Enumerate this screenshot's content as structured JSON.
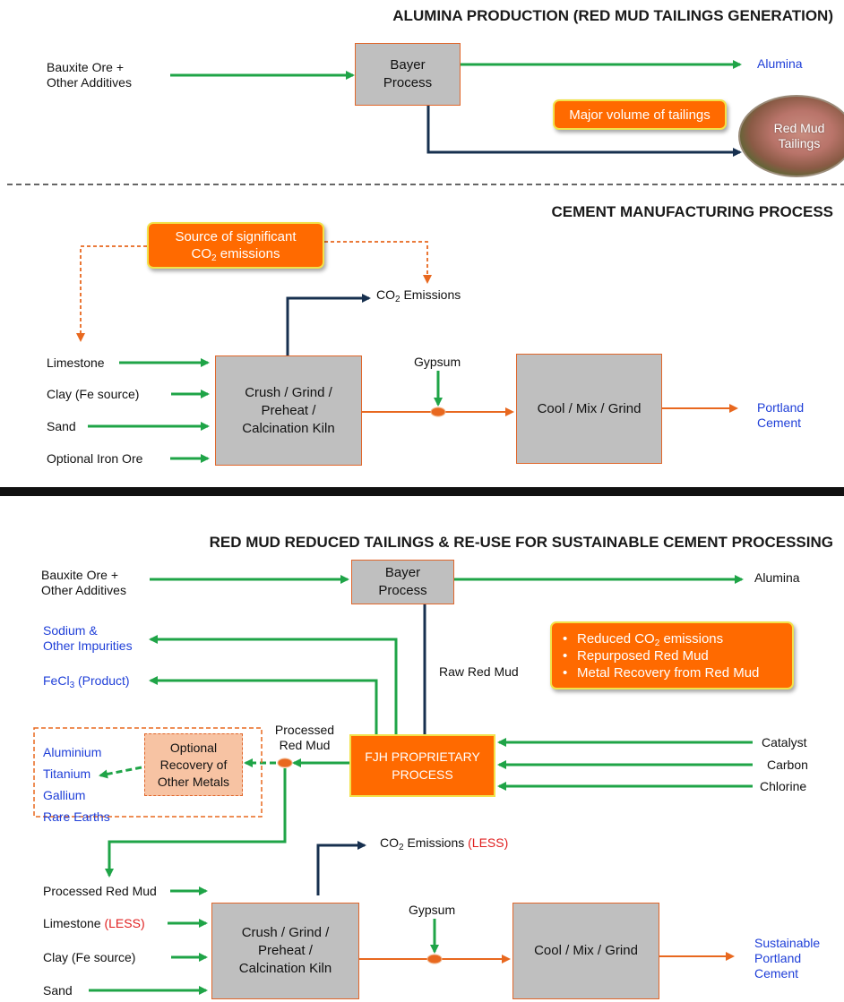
{
  "sections": {
    "s1_title": "ALUMINA PRODUCTION (RED MUD TAILINGS GENERATION)",
    "s2_title": "CEMENT MANUFACTURING PROCESS",
    "s3_title": "RED MUD REDUCED TAILINGS & RE-USE FOR SUSTAINABLE CEMENT PROCESSING"
  },
  "s1": {
    "input_line1": "Bauxite Ore +",
    "input_line2": "Other Additives",
    "bayer_line1": "Bayer",
    "bayer_line2": "Process",
    "output": "Alumina",
    "callout": "Major volume of tailings",
    "tailings_line1": "Red Mud",
    "tailings_line2": "Tailings"
  },
  "s2": {
    "callout_line1": "Source of significant",
    "callout_co": "CO",
    "callout_sub": "2",
    "callout_rest": " emissions",
    "emis_co": "CO",
    "emis_sub": "2",
    "emis_rest": " Emissions",
    "inputs": [
      "Limestone",
      "Clay (Fe source)",
      "Sand",
      "Optional Iron Ore"
    ],
    "kiln_line1": "Crush / Grind /",
    "kiln_line2": "Preheat /",
    "kiln_line3": "Calcination Kiln",
    "gypsum": "Gypsum",
    "cool": "Cool / Mix / Grind",
    "output_line1": "Portland",
    "output_line2": "Cement"
  },
  "s3": {
    "input_line1": "Bauxite Ore +",
    "input_line2": "Other Additives",
    "bayer_line1": "Bayer",
    "bayer_line2": "Process",
    "output": "Alumina",
    "sodium_line1": "Sodium &",
    "sodium_line2": "Other Impurities",
    "fecl_a": "FeCl",
    "fecl_sub": "3",
    "fecl_b": " (Product)",
    "raw_red_mud": "Raw Red Mud",
    "benefits": {
      "b1_a": "Reduced CO",
      "b1_sub": "2",
      "b1_b": " emissions",
      "b2": "Repurposed Red Mud",
      "b3": "Metal Recovery from Red Mud"
    },
    "metals": [
      "Aluminium",
      "Titanium",
      "Gallium",
      "Rare Earths"
    ],
    "opt_line1": "Optional",
    "opt_line2": "Recovery of",
    "opt_line3": "Other Metals",
    "processed_line1": "Processed",
    "processed_line2": "Red Mud",
    "fjh_line1": "FJH PROPRIETARY",
    "fjh_line2": "PROCESS",
    "reagents": [
      "Catalyst",
      "Carbon",
      "Chlorine"
    ],
    "emis_co": "CO",
    "emis_sub": "2",
    "emis_rest": " Emissions ",
    "emis_less": "(LESS)",
    "inputs": {
      "i1": "Processed Red Mud",
      "i2": "Limestone ",
      "i2_less": "(LESS)",
      "i3": "Clay (Fe source)",
      "i4": "Sand"
    },
    "kiln_line1": "Crush / Grind /",
    "kiln_line2": "Preheat /",
    "kiln_line3": "Calcination Kiln",
    "gypsum": "Gypsum",
    "cool": "Cool / Mix / Grind",
    "output_line1": "Sustainable",
    "output_line2": "Portland",
    "output_line3": "Cement"
  },
  "colors": {
    "green_arrow": "#1fa447",
    "navy_arrow": "#17304f",
    "orange_arrow": "#e8681f",
    "callout_fill": "#ff6a00",
    "output_text": "#1f3fd8",
    "less_text": "#e02020"
  }
}
